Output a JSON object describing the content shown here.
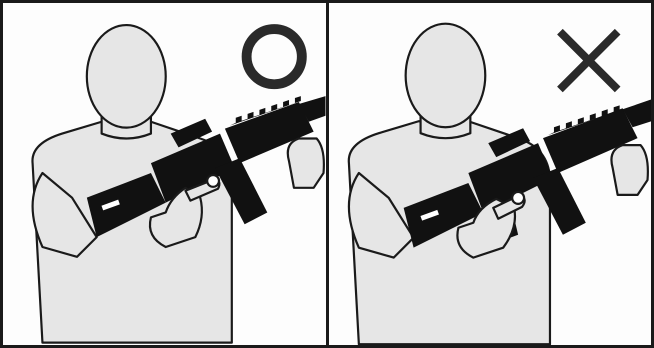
{
  "panels": [
    {
      "id": "correct",
      "mark": "circle-mark-icon",
      "hand_position": "trigger-finger-off-trigger"
    },
    {
      "id": "incorrect",
      "mark": "x-mark-icon",
      "hand_position": "trigger-finger-on-trigger"
    }
  ],
  "colors": {
    "figure_fill": "#e6e6e6",
    "outline": "#1a1a1a",
    "rifle": "#111111",
    "mark": "#2a2a2a"
  }
}
